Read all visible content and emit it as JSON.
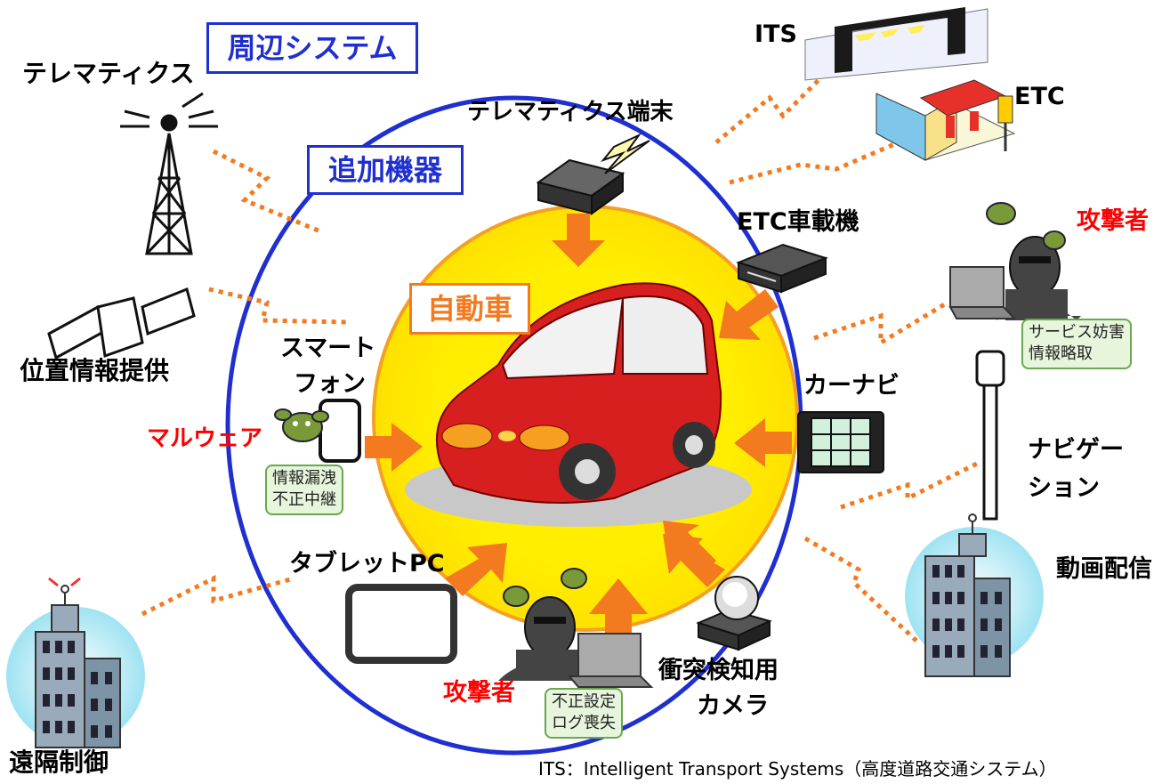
{
  "labels": {
    "peripheral_system": "周辺システム",
    "added_device": "追加機器",
    "car": "自動車",
    "telematics": "テレマティクス",
    "telematics_terminal": "テレマティクス端末",
    "its": "ITS",
    "etc": "ETC",
    "etc_onboard": "ETC車載機",
    "attacker_right": "攻撃者",
    "position_service": "位置情報提供",
    "smartphone_1": "スマート",
    "smartphone_2": "フォン",
    "malware": "マルウェア",
    "car_navi": "カーナビ",
    "navigation_1": "ナビゲー",
    "navigation_2": "ション",
    "tablet_pc": "タブレットPC",
    "video_delivery": "動画配信",
    "remote_control": "遠隔制御",
    "attacker_bottom": "攻撃者",
    "collision_camera_1": "衝突検知用",
    "collision_camera_2": "カメラ"
  },
  "threat_notes": {
    "smartphone_1": "情報漏洩",
    "smartphone_2": "不正中継",
    "attacker_right_1": "サービス妨害",
    "attacker_right_2": "情報略取",
    "attacker_bottom_1": "不正設定",
    "attacker_bottom_2": "ログ喪失"
  },
  "footnote": "ITS：Intelligent Transport Systems（高度道路交通システム）",
  "colors": {
    "outer_circle": "#1f2fd0",
    "inner_circle_fill": "#ffee00",
    "inner_circle_stroke": "#f4a024",
    "arrow": "#f47a20",
    "wireless_dash": "#f47a20",
    "car_body": "#d81f1f",
    "note_fill": "#e6f5dc",
    "note_border": "#6aa84f",
    "alert_text": "#ff0000"
  },
  "icons": [
    "antenna-tower-icon",
    "satellite-icon",
    "building-icon",
    "its-gate-icon",
    "gas-station-icon",
    "telematics-terminal-icon",
    "etc-device-icon",
    "smartphone-icon",
    "tablet-icon",
    "car-navi-icon",
    "camera-icon",
    "navigation-pole-icon",
    "attacker-icon",
    "malware-icon",
    "car-icon"
  ]
}
